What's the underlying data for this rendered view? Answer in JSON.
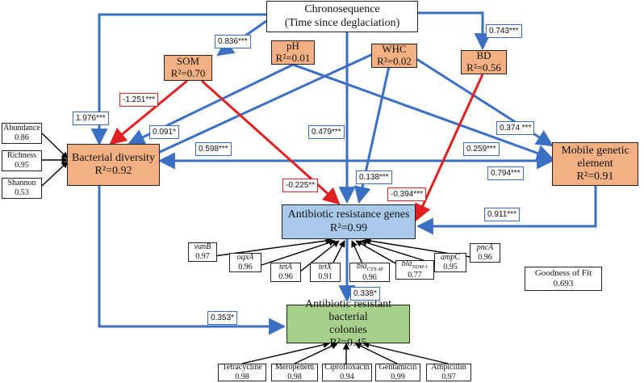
{
  "chronosequence": {
    "line1": "Chronosequence",
    "line2": "(Time since deglaciation)"
  },
  "som": {
    "name": "SOM",
    "r2": "R²=0.70"
  },
  "ph": {
    "name": "pH",
    "r2": "R²=0.01"
  },
  "whc": {
    "name": "WHC",
    "r2": "R²=0.02"
  },
  "bd": {
    "name": "BD",
    "r2": "R²=0.56"
  },
  "bacterial_diversity": {
    "name": "Bacterial diversity",
    "r2": "R²=0.92"
  },
  "mge": {
    "line1": "Mobile genetic",
    "line2": "element",
    "r2": "R²=0.91"
  },
  "arg": {
    "name": "Antibiotic resistance genes",
    "r2": "R²=0.99"
  },
  "arb": {
    "line1": "Antibiotic resistant bacterial",
    "line2": "colonies",
    "r2": "R²=0.45"
  },
  "diversity_indicators": [
    {
      "name": "Abundance",
      "value": "0.86"
    },
    {
      "name": "Richness",
      "value": "0.95"
    },
    {
      "name": "Shannon",
      "value": "0.53"
    }
  ],
  "genes": {
    "vanB": {
      "name": "vanB",
      "value": "0.97"
    },
    "oqxA": {
      "name": "oqxA",
      "value": "0.96"
    },
    "tetA": {
      "name": "tetA",
      "value": "0.96"
    },
    "tetX": {
      "name": "tetX",
      "value": "0.91"
    },
    "ctxm": {
      "base": "bla",
      "sub": "CTX-M",
      "value": "0.96"
    },
    "ndm": {
      "base": "bla",
      "sub": "NDM-1",
      "value": "0.77"
    },
    "ampC": {
      "name": "ampC",
      "value": "0.95"
    },
    "pncA": {
      "name": "pncA",
      "value": "0.96"
    }
  },
  "antibiotics": [
    {
      "name": "Tetracycline",
      "value": "0.98"
    },
    {
      "name": "Meropenem",
      "value": "0.98"
    },
    {
      "name": "Ciprofloxacin",
      "value": "0.94"
    },
    {
      "name": "Gentamicin",
      "value": "0.99"
    },
    {
      "name": "Ampicillin",
      "value": "0.97"
    }
  ],
  "goodness_of_fit": {
    "label": "Goodness of Fit",
    "value": "0.693"
  },
  "coefficients": {
    "chrono_som": "0.836***",
    "chrono_bd": "0.743***",
    "chrono_bacdiv": "1.976***",
    "som_bacdiv": "-1.251***",
    "ph_bacdiv": "0.091*",
    "whc_bacdiv": "0.598***",
    "chrono_arg": "0.479***",
    "ph_mge": "0.374 ***",
    "whc_mge": "0.259***",
    "bacdiv_mge": "0.794***",
    "som_arg": "-0.225**",
    "whc_arg": "0.138***",
    "bd_arg": "-0.394***",
    "mge_arg": "0.911***",
    "arg_arb": "0.338*",
    "bacdiv_arb": "0.353*"
  },
  "colors": {
    "positive": "#3b6fc4",
    "negative": "#e02020",
    "indicator": "#000000"
  }
}
